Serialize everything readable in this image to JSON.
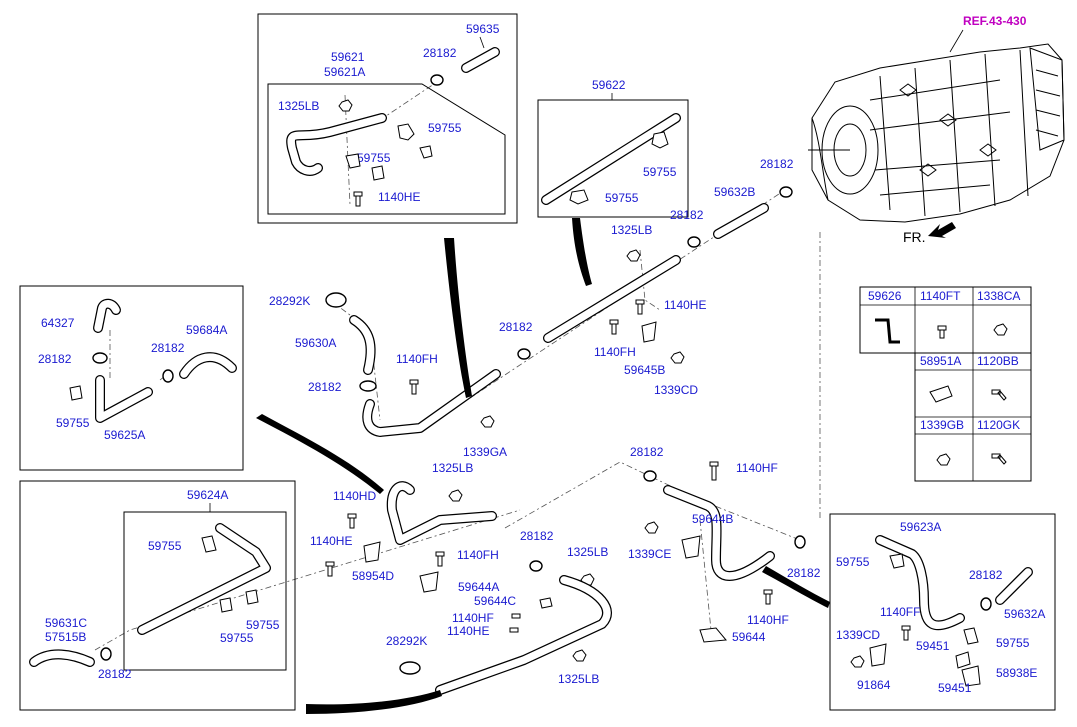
{
  "ref_label": "REF.43-430",
  "fr_label": "FR.",
  "icons": [
    "transmission-illustration",
    "front-arrow-icon",
    "hose-clamp-icon",
    "bolt-icon",
    "nut-icon",
    "bracket-icon"
  ],
  "colors": {
    "label": "#1a1ad0",
    "ref": "#c000c0",
    "line": "#000000"
  },
  "labels": {
    "l59635": "59635",
    "l28182_a": "28182",
    "l59621": "59621",
    "l59621a": "59621A",
    "l1325lb_a": "1325LB",
    "l59755_a": "59755",
    "l59755_b": "59755",
    "l1140he_a": "1140HE",
    "l59622": "59622",
    "l59755_c": "59755",
    "l59755_d": "59755",
    "l28182_b": "28182",
    "l59632b": "59632B",
    "l28182_c": "28182",
    "l1325lb_b": "1325LB",
    "l1140he_b": "1140HE",
    "l28182_d": "28182",
    "l1140fh_a": "1140FH",
    "l59645b": "59645B",
    "l1339cd_a": "1339CD",
    "l28292k_a": "28292K",
    "l59630a": "59630A",
    "l1140fh_b": "1140FH",
    "l28182_e": "28182",
    "l1339ga": "1339GA",
    "l64327": "64327",
    "l28182_f": "28182",
    "l28182_g": "28182",
    "l59684a": "59684A",
    "l59755_e": "59755",
    "l59625a": "59625A",
    "l59624a": "59624A",
    "l59755_f": "59755",
    "l59755_g": "59755",
    "l59755_h": "59755",
    "l59631c": "59631C",
    "l57515b": "57515B",
    "l28182_h": "28182",
    "l1325lb_c": "1325LB",
    "l1140hd": "1140HD",
    "l1140he_c": "1140HE",
    "l58954d": "58954D",
    "l1140fh_c": "1140FH",
    "l59644a": "59644A",
    "l28182_i": "28182",
    "l1325lb_d": "1325LB",
    "l59644c": "59644C",
    "l1140hf_a": "1140HF",
    "l1140he_d": "1140HE",
    "l28292k_b": "28292K",
    "l1325lb_e": "1325LB",
    "l28182_j": "28182",
    "l1140hf_b": "1140HF",
    "l59644b": "59644B",
    "l1339ce": "1339CE",
    "l28182_k": "28182",
    "l1140hf_c": "1140HF",
    "l59644": "59644",
    "l59623a": "59623A",
    "l59755_i": "59755",
    "l28182_l": "28182",
    "l59632a": "59632A",
    "l1140ff": "1140FF",
    "l1339cd_b": "1339CD",
    "l59755_j": "59755",
    "l59451_a": "59451",
    "l91864": "91864",
    "l59451_b": "59451",
    "l58938e": "58938E"
  },
  "legend_table": {
    "cells": [
      {
        "code": "59626",
        "icon": "hose-icon"
      },
      {
        "code": "1140FT",
        "icon": "bolt-icon"
      },
      {
        "code": "1338CA",
        "icon": "nut-icon"
      },
      {
        "code": "58951A",
        "icon": "bracket-icon"
      },
      {
        "code": "1120BB",
        "icon": "bolt-icon"
      },
      {
        "code": "1339GB",
        "icon": "nut-icon"
      },
      {
        "code": "1120GK",
        "icon": "bolt-icon"
      }
    ]
  }
}
